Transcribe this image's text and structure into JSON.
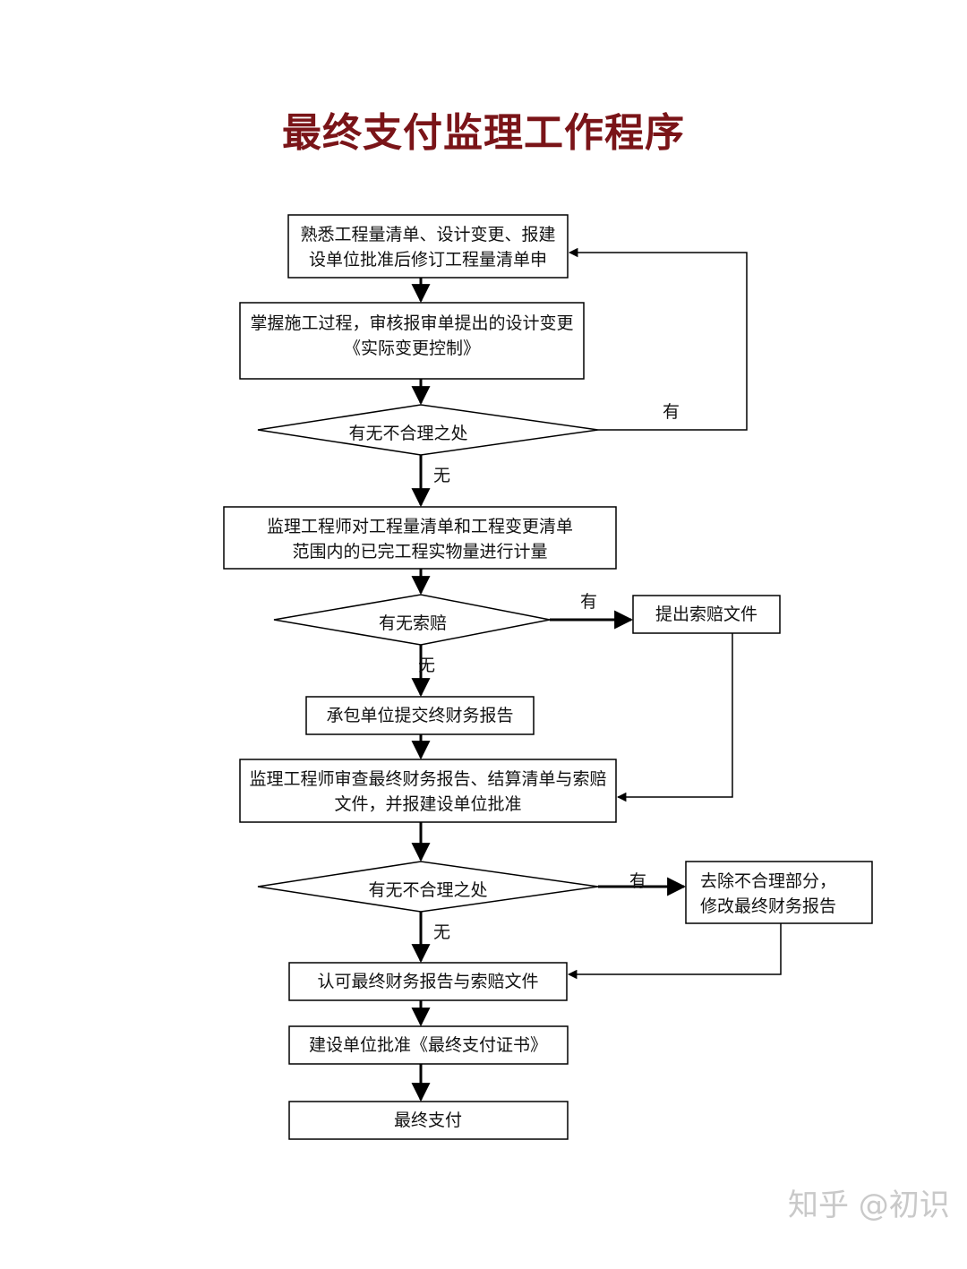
{
  "title": "最终支付监理工作程序",
  "nodes": {
    "review_docs": [
      "熟悉工程量清单、设计变更、报建",
      "设单位批准后修订工程量清单申"
    ],
    "control_changes": [
      "掌握施工过程，审核报审单提出的设计变更",
      "《实际变更控制》"
    ],
    "check_unreasonable_1": [
      "有无不合理之处"
    ],
    "measure_quantities": [
      "监理工程师对工程量清单和工程变更清单",
      "范围内的已完工程实物量进行计量"
    ],
    "check_claims": [
      "有无索赔"
    ],
    "submit_claims": [
      "提出索赔文件"
    ],
    "submit_final_report": [
      "承包单位提交终财务报告"
    ],
    "engineer_review": [
      "监理工程师审查最终财务报告、结算清单与索赔",
      "文件，并报建设单位批准"
    ],
    "check_unreasonable_2": [
      "有无不合理之处"
    ],
    "remove_unreasonable": [
      "去除不合理部分，",
      "修改最终财务报告"
    ],
    "approve_report": [
      "认可最终财务报告与索赔文件"
    ],
    "owner_approval": [
      "建设单位批准《最终支付证书》"
    ],
    "final_payment": [
      "最终支付"
    ]
  },
  "edge_labels": {
    "yes_1": "有",
    "no_1": "无",
    "yes_2": "有",
    "no_2": "无",
    "yes_3": "有",
    "no_3": "无"
  },
  "watermark": "知乎 @初识"
}
